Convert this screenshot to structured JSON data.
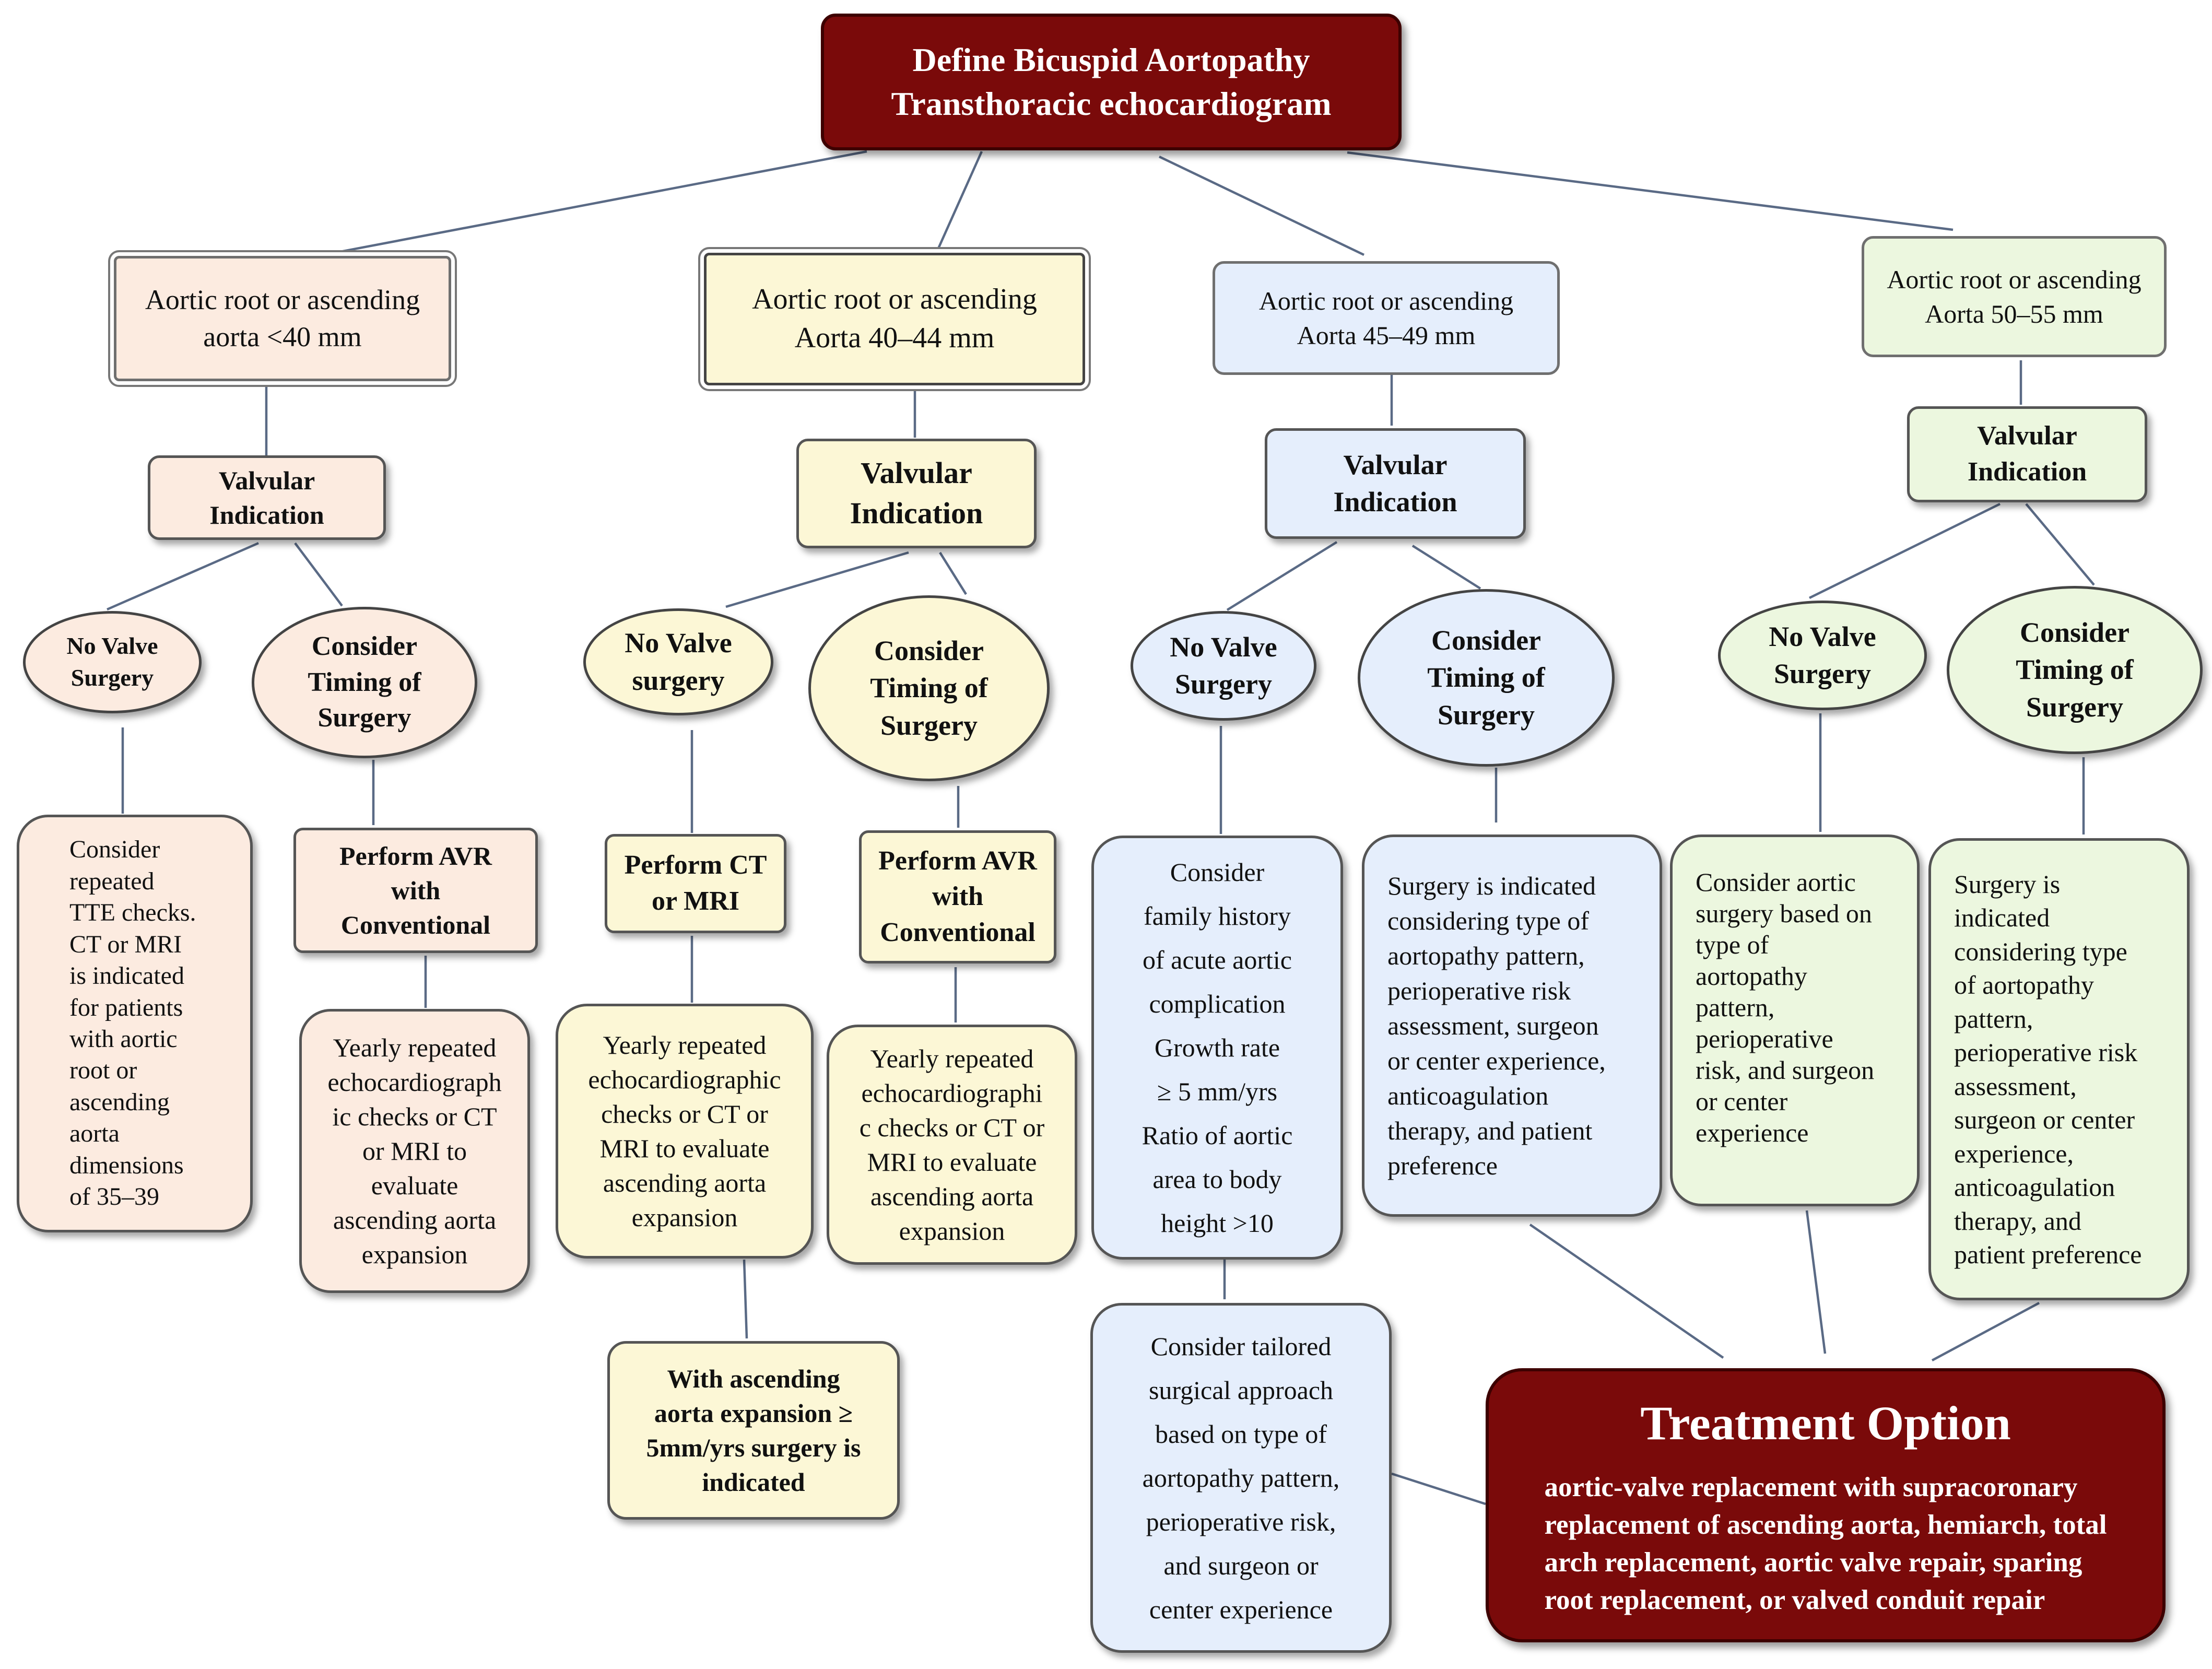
{
  "root": {
    "title": "Define Bicuspid Aortopathy\nTransthoracic echocardiogram"
  },
  "categories": [
    {
      "label": "Aortic root or ascending\naorta <40 mm"
    },
    {
      "label": "Aortic root or ascending\nAorta 40–44 mm"
    },
    {
      "label": "Aortic root or ascending\nAorta 45–49 mm"
    },
    {
      "label": "Aortic root or ascending\nAorta 50–55 mm"
    }
  ],
  "valvular_label": "Valvular\nIndication",
  "no_valve": [
    "No Valve\nSurgery",
    "No Valve\nsurgery",
    "No Valve\nSurgery",
    "No Valve\nSurgery"
  ],
  "consider_timing": [
    "Consider\nTiming of\nSurgery",
    "Consider\nTiming of\nSurgery",
    "Consider\nTiming of\nSurgery",
    "Consider\nTiming of\nSurgery"
  ],
  "col1": {
    "no_valve_detail": "Consider\nrepeated\nTTE checks.\nCT or MRI\nis indicated\nfor patients\nwith aortic\nroot or\nascending\naorta\ndimensions\nof 35–39",
    "perform_avr": "Perform AVR\nwith\nConventional",
    "yearly": "Yearly repeated\nechocardiograph\nic checks or CT\nor MRI to\nevaluate\nascending aorta\nexpansion"
  },
  "col2": {
    "perform_ct": "Perform CT\nor MRI",
    "yearly_left": "Yearly repeated\nechocardiographic\nchecks or CT or\nMRI to evaluate\nascending aorta\nexpansion",
    "expansion": "With ascending\naorta expansion ≥\n5mm/yrs surgery is\nindicated",
    "perform_avr": "Perform AVR\nwith\nConventional",
    "yearly_right": "Yearly repeated\nechocardiographi\nc checks or CT or\nMRI to evaluate\nascending aorta\nexpansion"
  },
  "col3": {
    "family": "Consider\nfamily history\nof acute aortic\ncomplication\nGrowth rate\n≥ 5 mm/yrs\nRatio of aortic\narea to body\nheight >10",
    "tailored": "Consider tailored\nsurgical approach\nbased on type of\naortopathy pattern,\nperioperative risk,\nand surgeon or\ncenter experience",
    "surgery": "Surgery is indicated\nconsidering type of\naortopathy pattern,\nperioperative risk\nassessment, surgeon\nor center experience,\nanticoagulation\ntherapy, and patient\npreference"
  },
  "col4": {
    "consider_aortic": "Consider aortic\nsurgery based on\ntype of\naortopathy\npattern,\nperioperative\nrisk, and surgeon\nor center\nexperience",
    "surgery": "Surgery is\nindicated\nconsidering type\nof aortopathy\npattern,\nperioperative risk\nassessment,\nsurgeon or center\nexperience,\nanticoagulation\ntherapy, and\npatient preference"
  },
  "treatment": {
    "title": "Treatment Option",
    "body": "aortic-valve replacement with supracoronary\nreplacement of ascending aorta, hemiarch, total\narch replacement, aortic valve repair, sparing\nroot replacement, or valved conduit repair"
  },
  "colors": {
    "root_fill": "#7a0a0a",
    "peach": "#fcebe0",
    "yellow": "#fcf7d6",
    "blue": "#e5eefc",
    "green": "#ecf7df",
    "connector": "#5a6a85"
  }
}
